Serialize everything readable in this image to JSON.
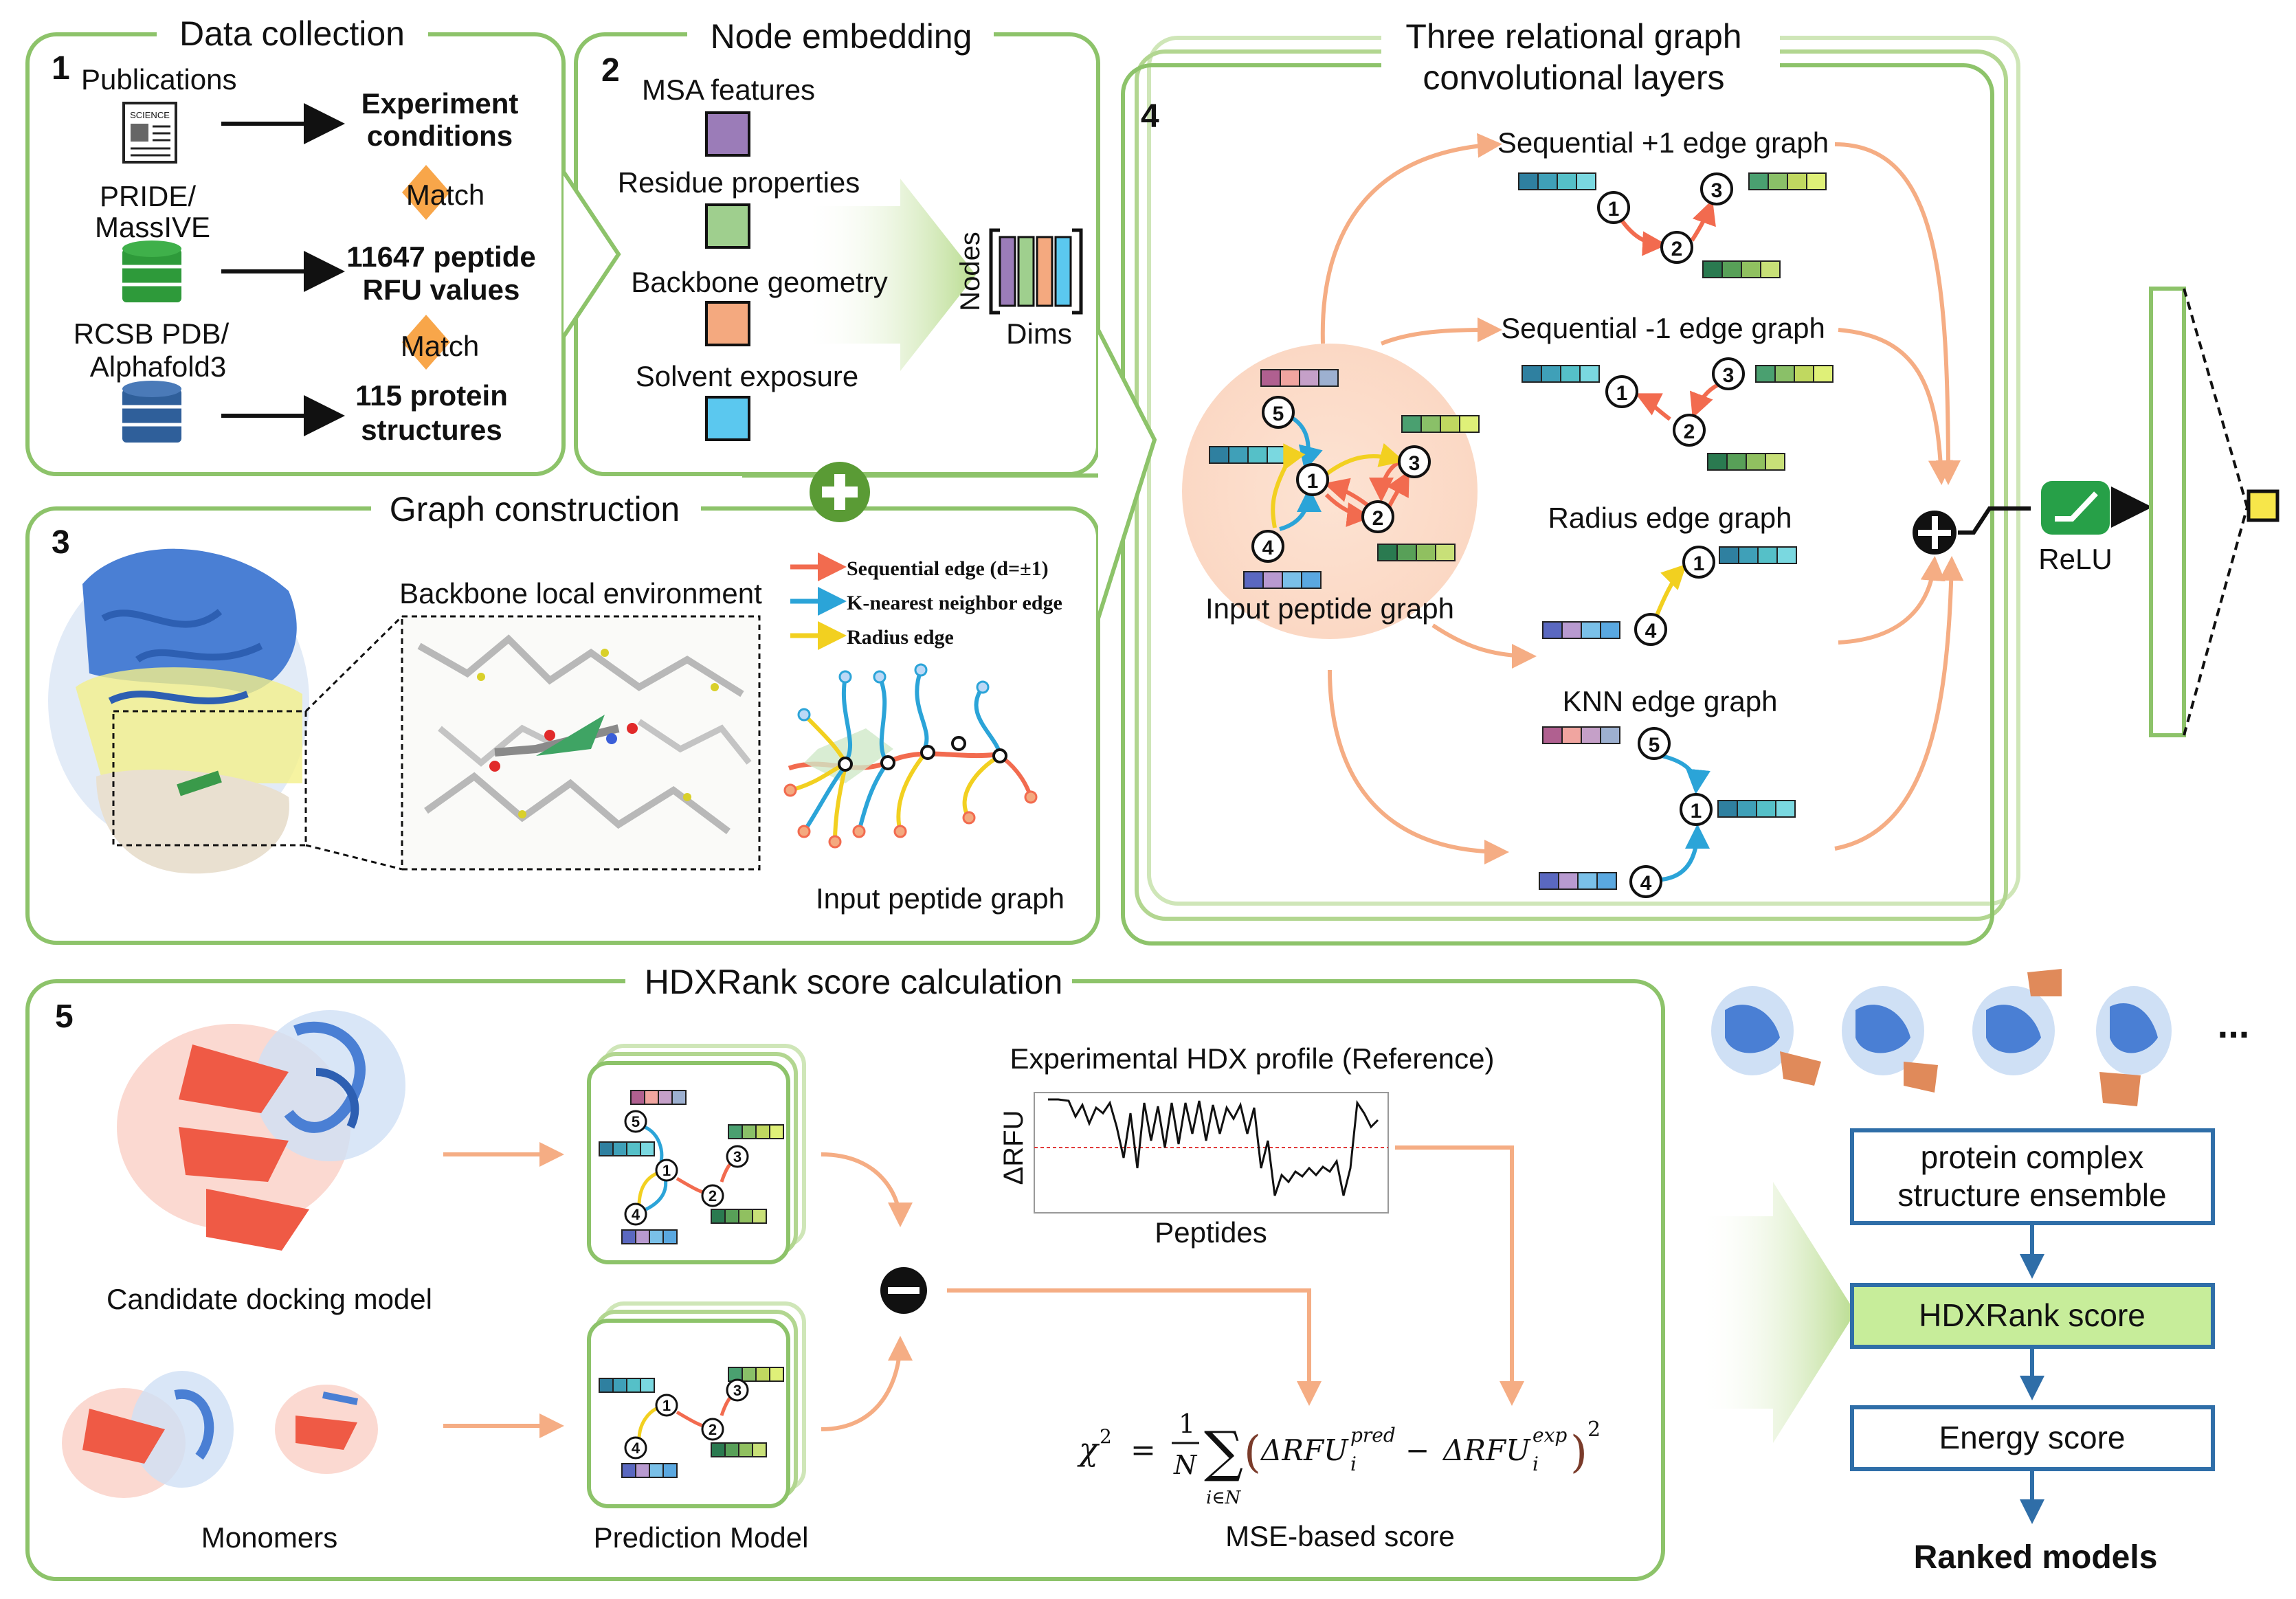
{
  "panels": {
    "data_collection": {
      "title": "Data collection",
      "number": "1"
    },
    "node_embedding": {
      "title": "Node embedding",
      "number": "2"
    },
    "graph_construction": {
      "title": "Graph construction",
      "number": "3"
    },
    "rgc_layers": {
      "title_line1": "Three relational graph",
      "title_line2": "convolutional layers",
      "number": "4"
    },
    "hdxrank": {
      "title": "HDXRank score calculation",
      "number": "5"
    }
  },
  "data_collection": {
    "publications": "Publications",
    "newspaper_label": "SCIENCE",
    "pride_line1": "PRIDE/",
    "pride_line2": "MassIVE",
    "rcsb_line1": "RCSB PDB/",
    "rcsb_line2": "Alphafold3",
    "exp_line1": "Experiment",
    "exp_line2": "conditions",
    "match1": "Match",
    "rfu_line1": "11647 peptide",
    "rfu_line2": "RFU values",
    "match2": "Match",
    "struct_line1": "115 protein",
    "struct_line2": "structures"
  },
  "node_embedding": {
    "features": [
      {
        "label": "MSA features",
        "color": "#9b7cb8"
      },
      {
        "label": "Residue properties",
        "color": "#9fcf8e"
      },
      {
        "label": "Backbone geometry",
        "color": "#f4a97f"
      },
      {
        "label": "Solvent exposure",
        "color": "#5bc8ef"
      }
    ],
    "nodes_label": "Nodes",
    "dims_label": "Dims"
  },
  "graph_construction": {
    "backbone_label": "Backbone local environment",
    "legend": [
      {
        "label": "Sequential edge (d=±1)",
        "color": "#f26b4f"
      },
      {
        "label": "K-nearest neighbor edge",
        "color": "#2ba4d8"
      },
      {
        "label": "Radius edge",
        "color": "#f2d020"
      }
    ],
    "input_graph_label": "Input peptide graph"
  },
  "rgc": {
    "input_graph_label": "Input peptide graph",
    "graphs": [
      {
        "title": "Sequential +1 edge graph"
      },
      {
        "title": "Sequential -1 edge graph"
      },
      {
        "title": "Radius edge graph"
      },
      {
        "title": "KNN edge graph"
      }
    ],
    "node_labels": [
      "1",
      "2",
      "3",
      "4",
      "5"
    ],
    "relu_label": "ReLU"
  },
  "hdxrank": {
    "candidate_label": "Candidate docking model",
    "monomers_label": "Monomers",
    "prediction_label": "Prediction Model",
    "exp_profile_title": "Experimental HDX profile (Reference)",
    "drfu_axis": "ΔRFU",
    "peptides_axis": "Peptides",
    "mse_label": "MSE-based score",
    "formula": {
      "lhs": "χ",
      "lhs_sup": "2",
      "eq": "=",
      "frac_num": "1",
      "frac_den": "N",
      "sum_sub": "i∈N",
      "term1": "ΔRFU",
      "term1_sup": "pred",
      "term1_sub": "i",
      "minus": "−",
      "term2": "ΔRFU",
      "term2_sup": "exp",
      "term2_sub": "i",
      "power": "2"
    }
  },
  "pipeline": {
    "dots": "...",
    "ensemble_line1": "protein complex",
    "ensemble_line2": "structure ensemble",
    "hdxrank_score": "HDXRank score",
    "energy_score": "Energy score",
    "ranked": "Ranked models"
  },
  "colors": {
    "panel_border": "#8dc36a",
    "arrow_orange": "#f5ad84",
    "seq_edge": "#f26b4f",
    "knn_edge": "#2ba4d8",
    "radius_edge": "#f2d020",
    "box_blue": "#2f6ea8",
    "score_fill": "#c7ed9a",
    "protein_blue": "#4a7fd4",
    "protein_red": "#ef5a45",
    "relu_green": "#27a048",
    "output_yellow": "#f7e64a"
  }
}
